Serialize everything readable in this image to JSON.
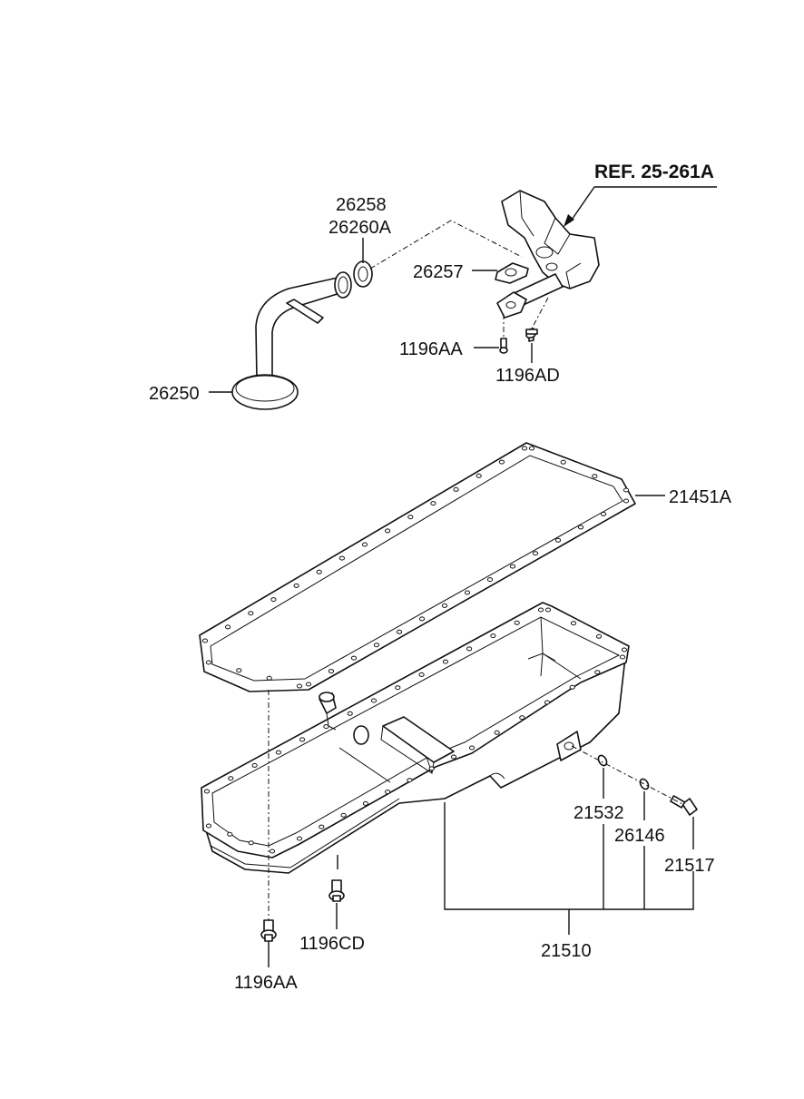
{
  "diagram": {
    "reference": "REF. 25-261A",
    "parts": {
      "gasket_a": "26258",
      "gasket_b": "26260A",
      "flange_gasket": "26257",
      "bolt_upper_aa": "1196AA",
      "bolt_upper_ad": "1196AD",
      "strainer": "26250",
      "pan_gasket": "21451A",
      "drain_plug_gasket": "21532",
      "drain_plug_washer": "26146",
      "drain_plug": "21517",
      "bolt_lower_cd": "1196CD",
      "bolt_lower_aa": "1196AA",
      "oil_pan_assy": "21510"
    }
  }
}
